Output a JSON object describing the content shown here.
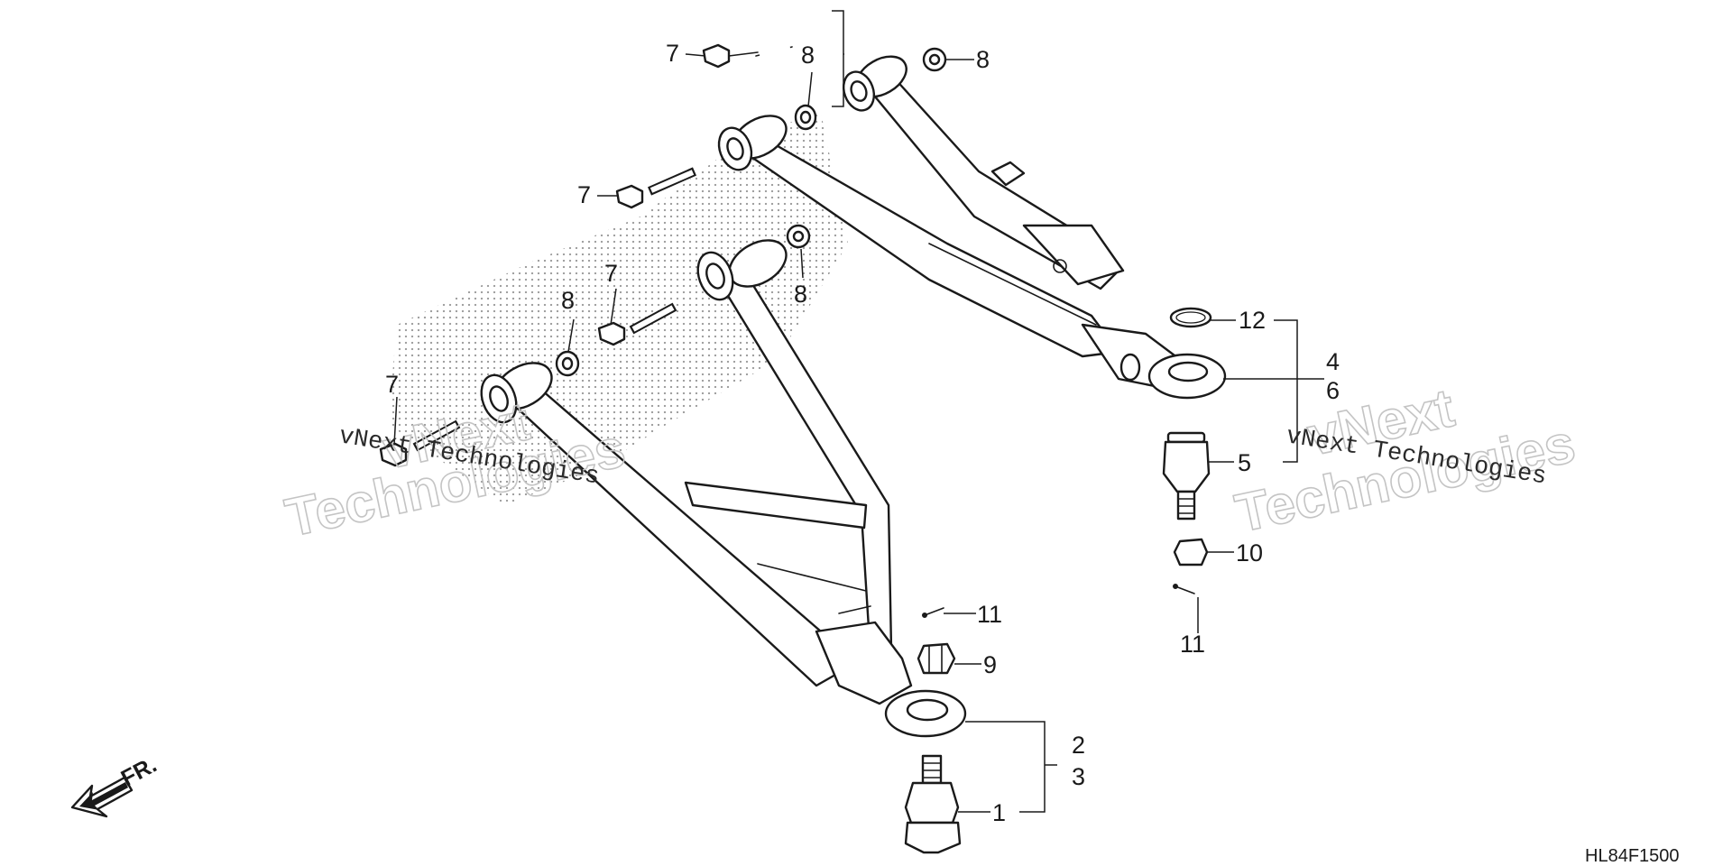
{
  "diagram": {
    "callouts": {
      "c1": "1",
      "c2": "2",
      "c3": "3",
      "c4": "4",
      "c5": "5",
      "c6": "6",
      "c7": "7",
      "c8": "8",
      "c9": "9",
      "c10": "10",
      "c11": "11",
      "c12": "12"
    },
    "front_marker": "FR.",
    "diagram_code": "HL84F1500",
    "watermark": {
      "line1": "vNext",
      "line2": "Technologies",
      "small": "vNext Technologies"
    }
  }
}
